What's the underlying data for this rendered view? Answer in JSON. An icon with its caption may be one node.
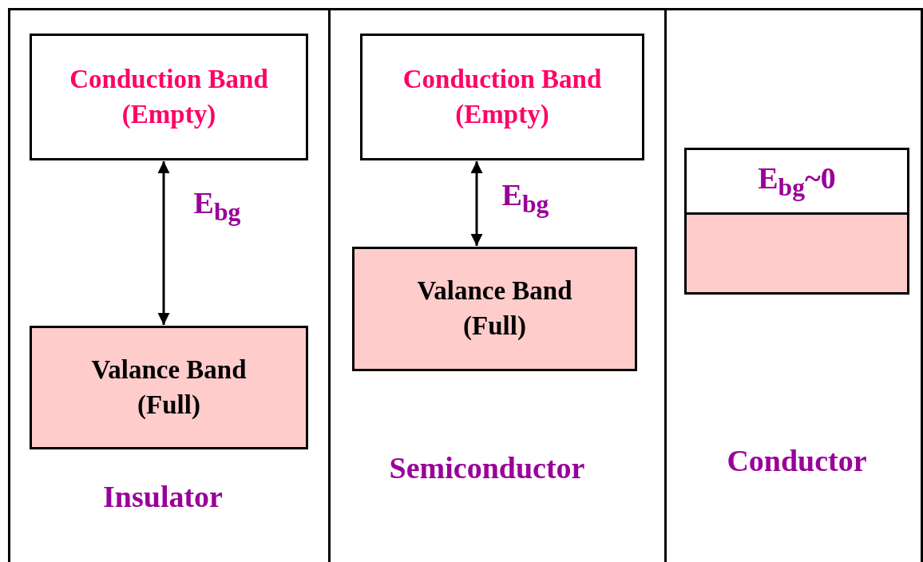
{
  "diagram": {
    "nodes": [
      {
        "text": [
          "Insulator"
        ]
      },
      {
        "text": [
          "Conduction Band",
          "(Empty)"
        ],
        "in": 0
      },
      {
        "text": [
          "Valance Band",
          "(Full)"
        ],
        "in": 0
      },
      {
        "text": [
          "Semiconductor"
        ]
      },
      {
        "text": [
          "Conduction Band",
          "(Empty)"
        ],
        "in": 3
      },
      {
        "text": [
          "Valance Band",
          "(Full)"
        ],
        "in": 3
      },
      {
        "text": [
          "Conductor"
        ]
      },
      {
        "text": [
          "E$_{bg}$~0"
        ],
        "in": 6
      },
      {
        "text": [],
        "shape": "box",
        "in": 6
      }
    ],
    "edges": [
      {
        "from": 1,
        "to": 2,
        "arrow": "both",
        "label": "E$_{bg}$"
      },
      {
        "from": 4,
        "to": 5,
        "arrow": "both",
        "label": "E$_{bg}$"
      }
    ]
  }
}
